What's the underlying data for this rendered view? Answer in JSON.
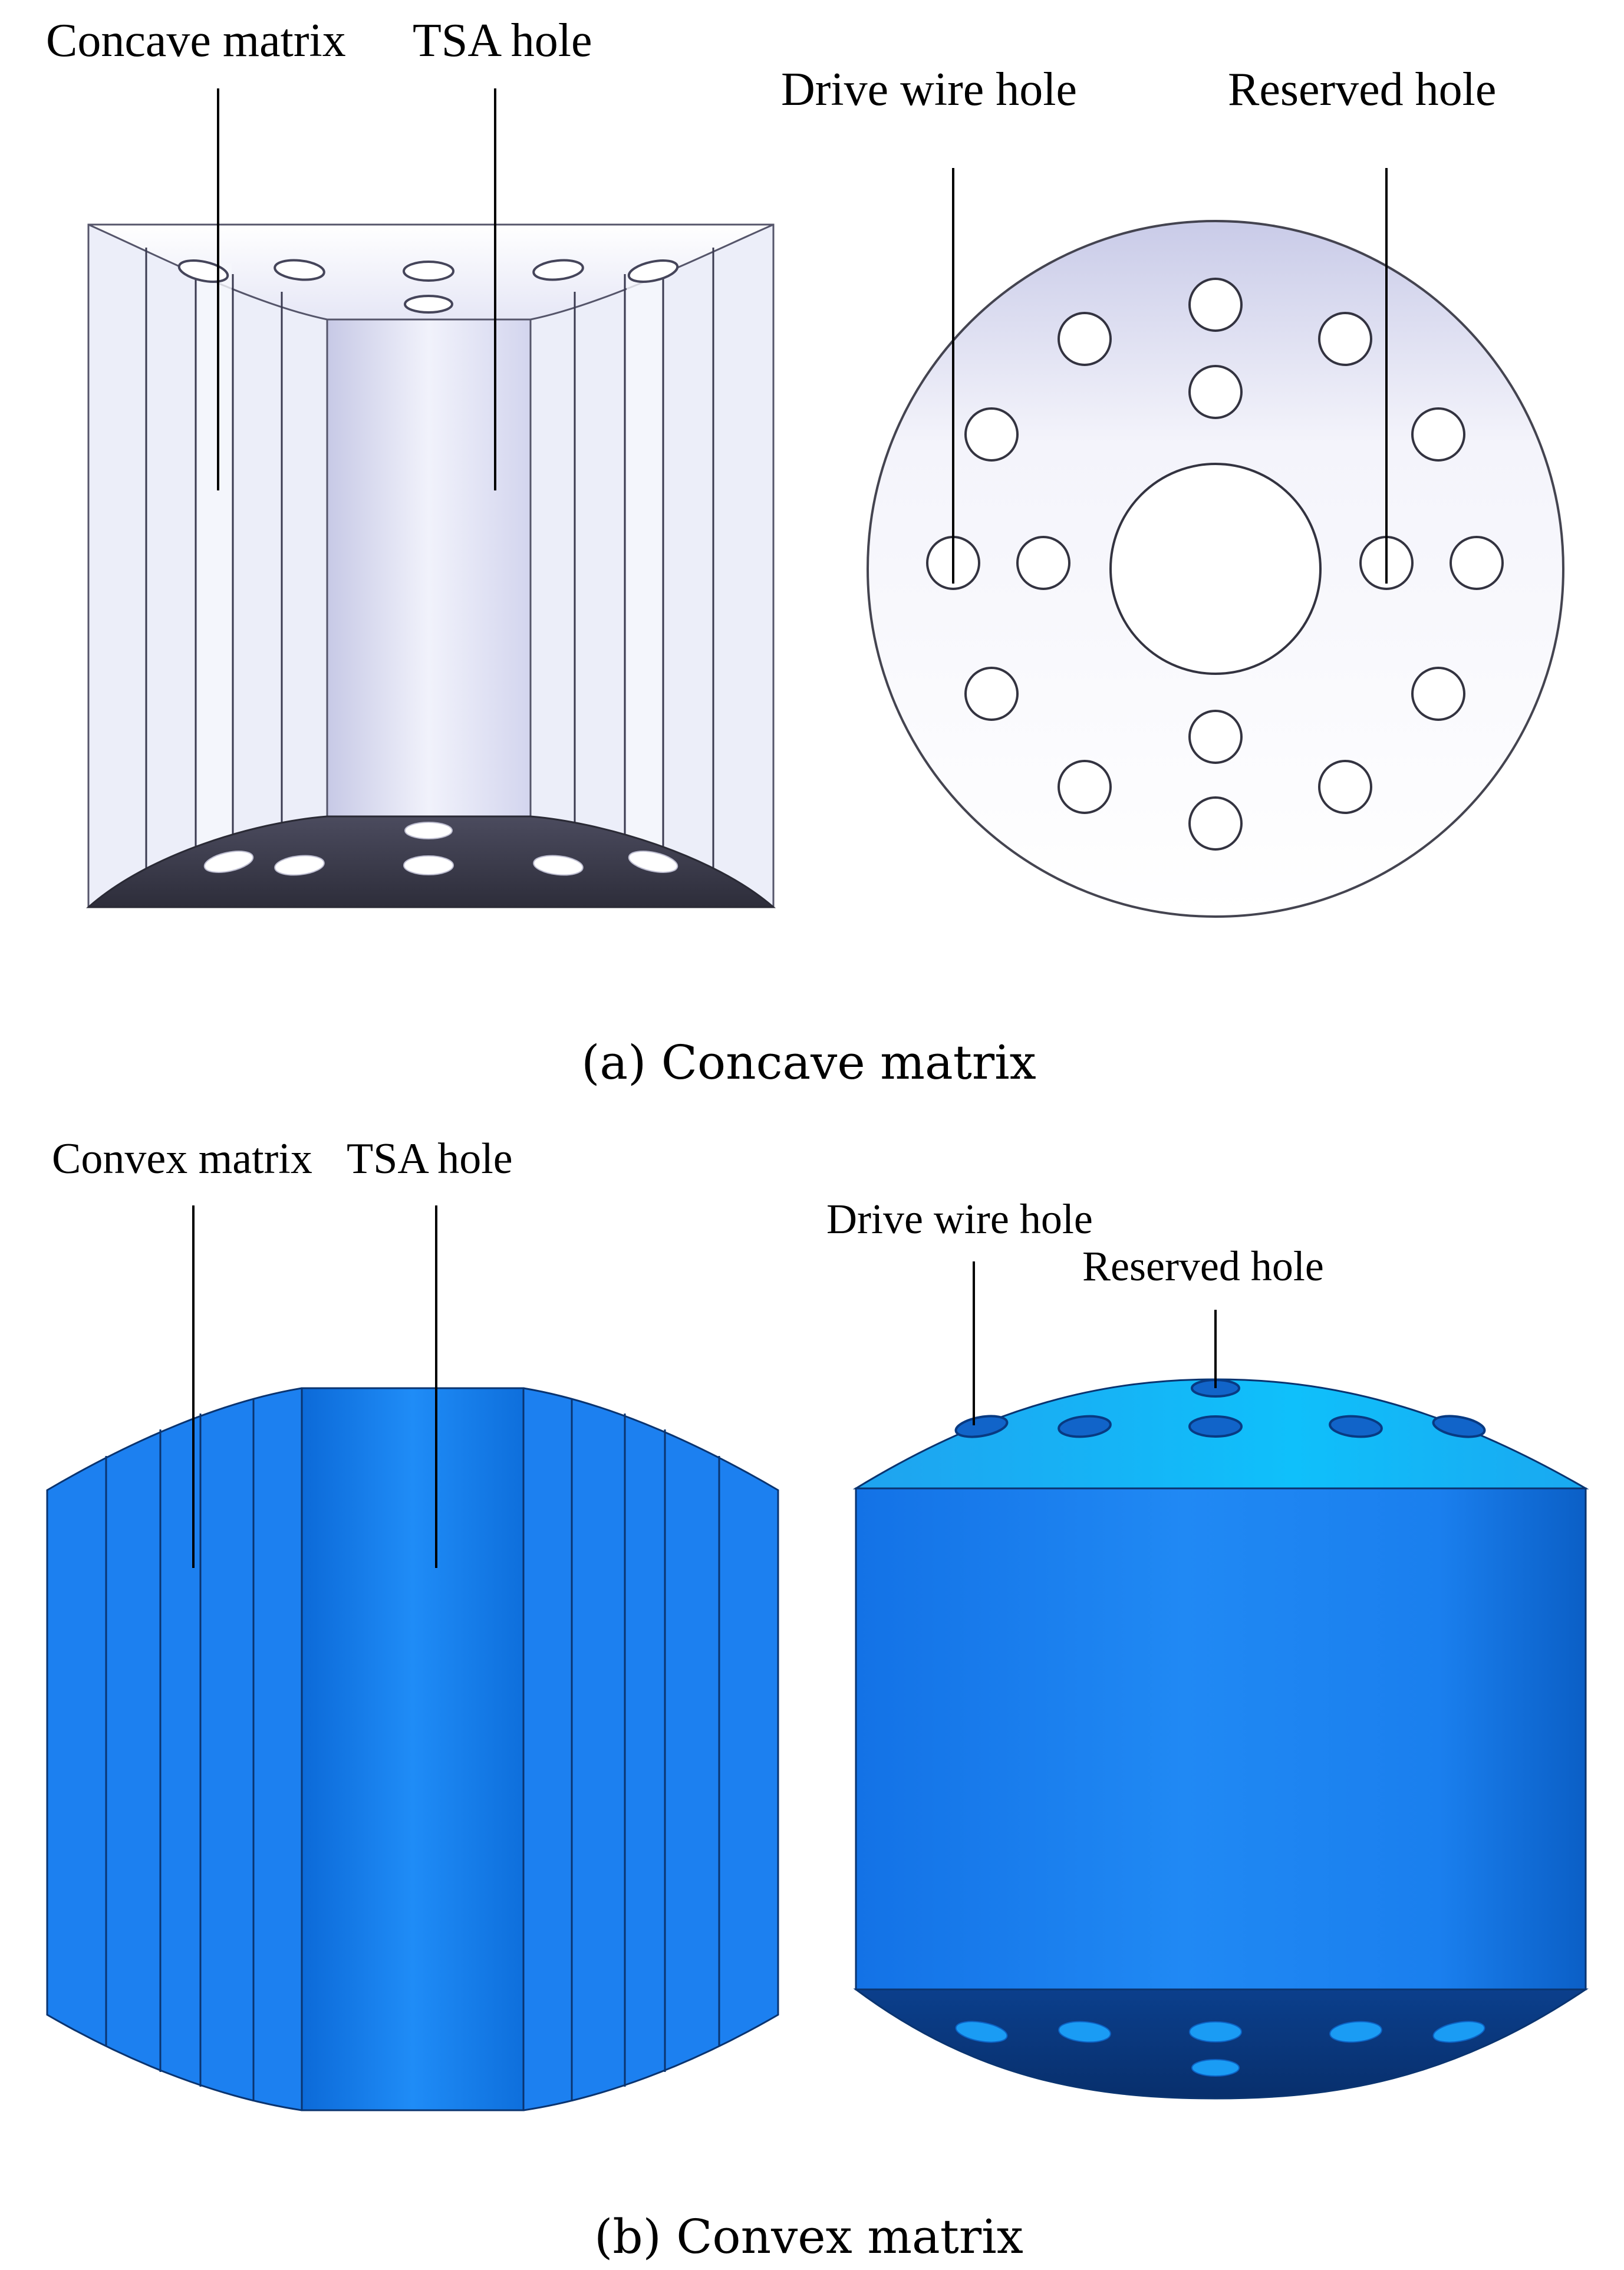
{
  "panel_a": {
    "caption": "(a) Concave matrix",
    "side_view": {
      "label_concave": "Concave matrix",
      "label_tsa": "TSA hole"
    },
    "top_view": {
      "label_drive": "Drive wire hole",
      "label_reserved": "Reserved hole"
    }
  },
  "panel_b": {
    "caption": "(b) Convex matrix",
    "side_view": {
      "label_convex": "Convex matrix",
      "label_tsa": "TSA hole"
    },
    "iso_view": {
      "label_drive": "Drive wire hole",
      "label_reserved": "Reserved hole"
    }
  },
  "colors": {
    "concave_face": "#e8eaf8",
    "concave_dark": "#3a3a48",
    "convex_blue": "#1a7ef0",
    "convex_top": "#16b6f4",
    "convex_bottom": "#0a3d8a"
  }
}
